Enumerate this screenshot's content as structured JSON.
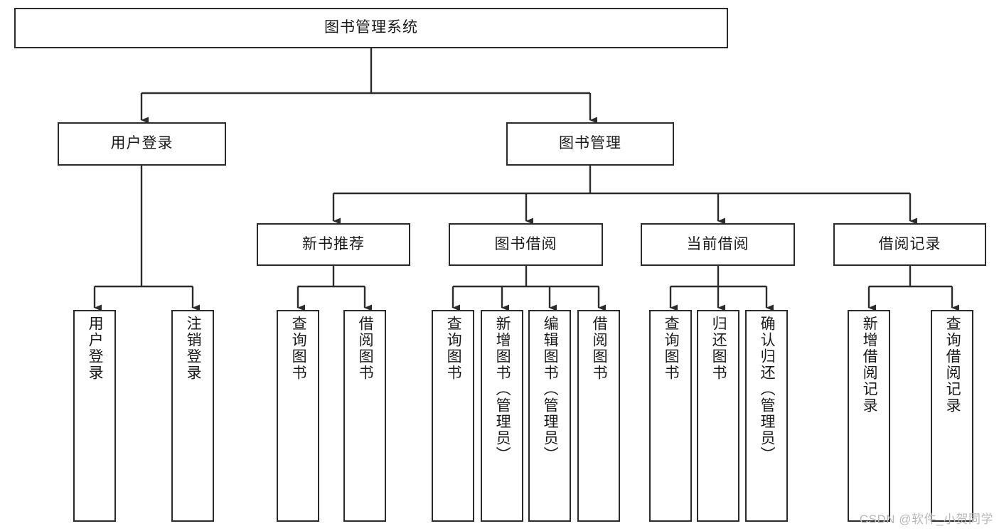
{
  "diagram": {
    "title": "图书管理系统",
    "root": {
      "id": "root",
      "label": "图书管理系统"
    },
    "level1": [
      {
        "id": "user-login",
        "label": "用户登录"
      },
      {
        "id": "book-manage",
        "label": "图书管理"
      }
    ],
    "level2": [
      {
        "id": "new-book-recommend",
        "label": "新书推荐",
        "parent": "book-manage"
      },
      {
        "id": "book-borrow",
        "label": "图书借阅",
        "parent": "book-manage"
      },
      {
        "id": "current-borrow",
        "label": "当前借阅",
        "parent": "book-manage"
      },
      {
        "id": "borrow-record",
        "label": "借阅记录",
        "parent": "book-manage"
      }
    ],
    "leaves": [
      {
        "id": "leaf-user-login",
        "label": "用户登录",
        "parent": "user-login"
      },
      {
        "id": "leaf-logout",
        "label": "注销登录",
        "parent": "user-login"
      },
      {
        "id": "leaf-query-book-1",
        "label": "查询图书",
        "parent": "new-book-recommend"
      },
      {
        "id": "leaf-borrow-book-1",
        "label": "借阅图书",
        "parent": "new-book-recommend"
      },
      {
        "id": "leaf-query-book-2",
        "label": "查询图书",
        "parent": "book-borrow"
      },
      {
        "id": "leaf-add-book",
        "label": "新增图书（管理员）",
        "parent": "book-borrow"
      },
      {
        "id": "leaf-edit-book",
        "label": "编辑图书（管理员）",
        "parent": "book-borrow"
      },
      {
        "id": "leaf-borrow-book-2",
        "label": "借阅图书",
        "parent": "book-borrow"
      },
      {
        "id": "leaf-query-book-3",
        "label": "查询图书",
        "parent": "current-borrow"
      },
      {
        "id": "leaf-return-book",
        "label": "归还图书",
        "parent": "current-borrow"
      },
      {
        "id": "leaf-confirm-return",
        "label": "确认归还（管理员）",
        "parent": "current-borrow"
      },
      {
        "id": "leaf-add-record",
        "label": "新增借阅记录",
        "parent": "borrow-record"
      },
      {
        "id": "leaf-query-record",
        "label": "查询借阅记录",
        "parent": "borrow-record"
      }
    ]
  },
  "watermark": {
    "text": "CSDN @软件_小贺同学"
  },
  "colors": {
    "box_border": "#2b2b2b",
    "box_fill": "#ffffff",
    "edge": "#2b2b2b",
    "text": "#1a1a1a",
    "watermark": "#b9b9b9",
    "background": "#ffffff"
  }
}
